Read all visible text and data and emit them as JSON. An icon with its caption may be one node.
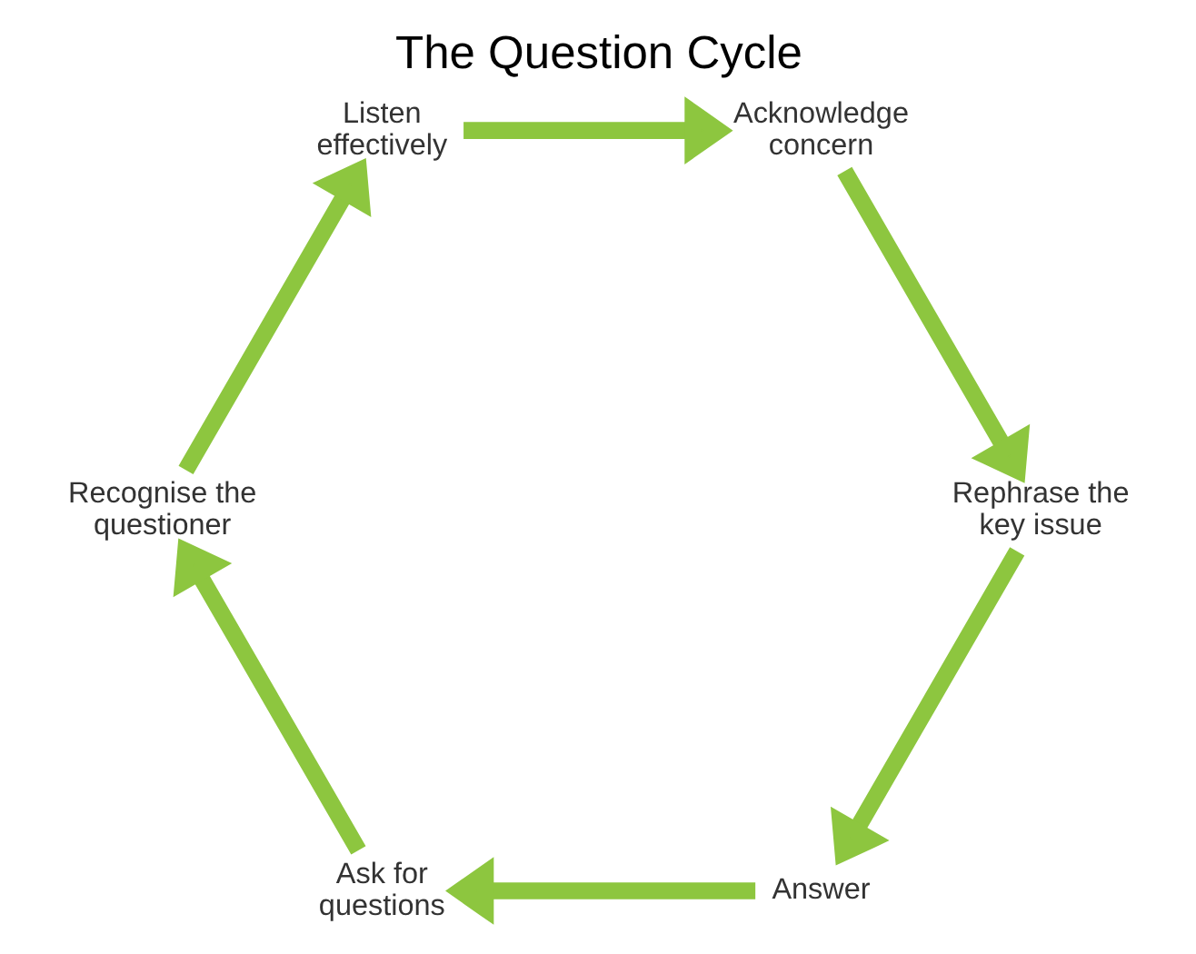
{
  "diagram": {
    "title": "The Question Cycle",
    "nodes": [
      {
        "text": [
          "Answer"
        ]
      },
      {
        "text": [
          "Ask for questions"
        ]
      },
      {
        "text": [
          "Recognise the questioner"
        ]
      },
      {
        "text": [
          "Listen effectively"
        ]
      },
      {
        "text": [
          "Acknowledge concern"
        ]
      },
      {
        "text": [
          "Rephrase the key issue"
        ]
      }
    ],
    "edges": [
      {
        "from": 0,
        "to": 1,
        "arrow": "to"
      },
      {
        "from": 1,
        "to": 2,
        "arrow": "to"
      },
      {
        "from": 2,
        "to": 3,
        "arrow": "to"
      },
      {
        "from": 3,
        "to": 4,
        "arrow": "to"
      },
      {
        "from": 4,
        "to": 5,
        "arrow": "to"
      },
      {
        "from": 5,
        "to": 0,
        "arrow": "to"
      }
    ]
  }
}
